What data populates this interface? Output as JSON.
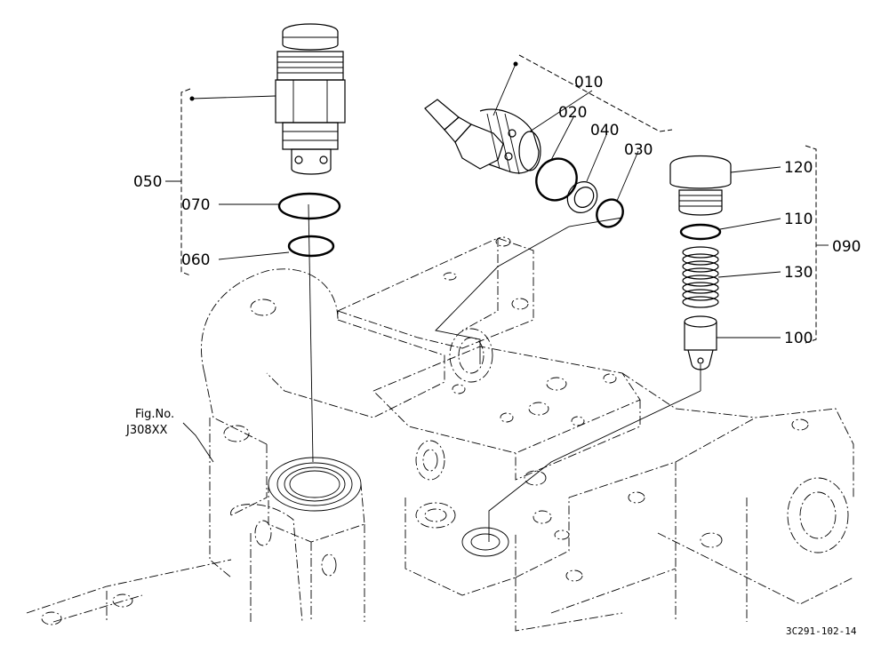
{
  "callouts": {
    "c010": "010",
    "c020": "020",
    "c040": "040",
    "c030": "030",
    "c050": "050",
    "c070": "070",
    "c060": "060",
    "c120": "120",
    "c110": "110",
    "c130": "130",
    "c100": "100",
    "c090": "090"
  },
  "figure_ref": {
    "line1": "Fig.No.",
    "line2": "J308XX"
  },
  "drawing_code": "3C291-102-14"
}
